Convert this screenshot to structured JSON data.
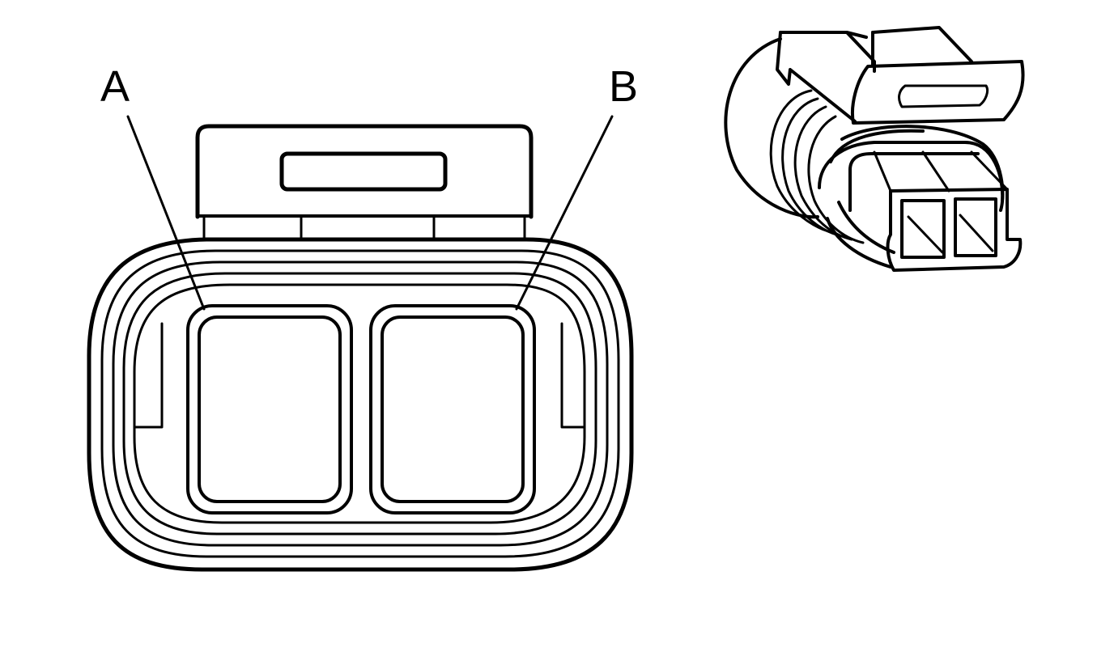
{
  "callouts": {
    "a": {
      "label": "A",
      "target": "terminal-cavity-a"
    },
    "b": {
      "label": "B",
      "target": "terminal-cavity-b"
    }
  },
  "connector": {
    "cavity_count": 2,
    "views": [
      "face-view",
      "isometric-view"
    ]
  },
  "colors": {
    "line": "#000000",
    "background": "#ffffff"
  }
}
